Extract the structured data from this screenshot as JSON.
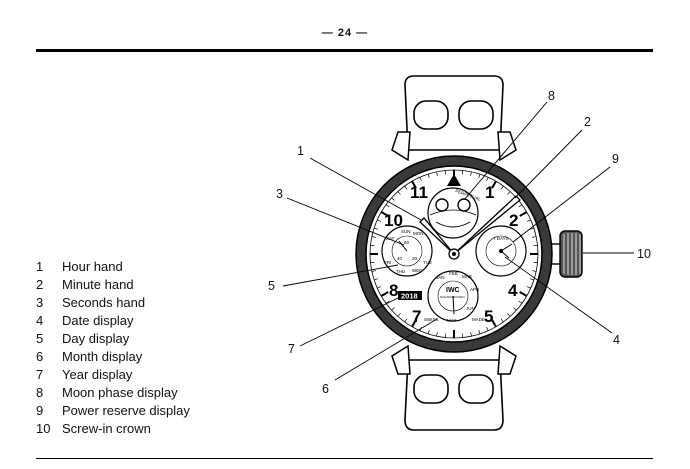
{
  "page": {
    "number": "— 24 —"
  },
  "legend": [
    {
      "num": "1",
      "label": "Hour hand"
    },
    {
      "num": "2",
      "label": "Minute hand"
    },
    {
      "num": "3",
      "label": "Seconds hand"
    },
    {
      "num": "4",
      "label": "Date display"
    },
    {
      "num": "5",
      "label": "Day display"
    },
    {
      "num": "6",
      "label": "Month display"
    },
    {
      "num": "7",
      "label": "Year display"
    },
    {
      "num": "8",
      "label": "Moon phase display"
    },
    {
      "num": "9",
      "label": "Power reserve display"
    },
    {
      "num": "10",
      "label": "Screw-in crown"
    }
  ],
  "callouts": [
    "1",
    "2",
    "3",
    "4",
    "5",
    "6",
    "7",
    "8",
    "9",
    "10"
  ],
  "dial": {
    "numerals": [
      "1",
      "2",
      "4",
      "5",
      "7",
      "8",
      "10",
      "11"
    ],
    "brand": "IWC",
    "brand_sub": "SCHAFFHAUSEN",
    "perpetual": "PERPETUAL",
    "year_value": "2018",
    "small_marks": [
      "SUN",
      "MON",
      "TUE",
      "WED",
      "THU",
      "FRI",
      "SAT",
      "60",
      "20",
      "40",
      "JAN",
      "FEB",
      "MAR",
      "APR",
      "MAY",
      "JUN",
      "SWISS",
      "MADE",
      "7 DAYS"
    ]
  }
}
